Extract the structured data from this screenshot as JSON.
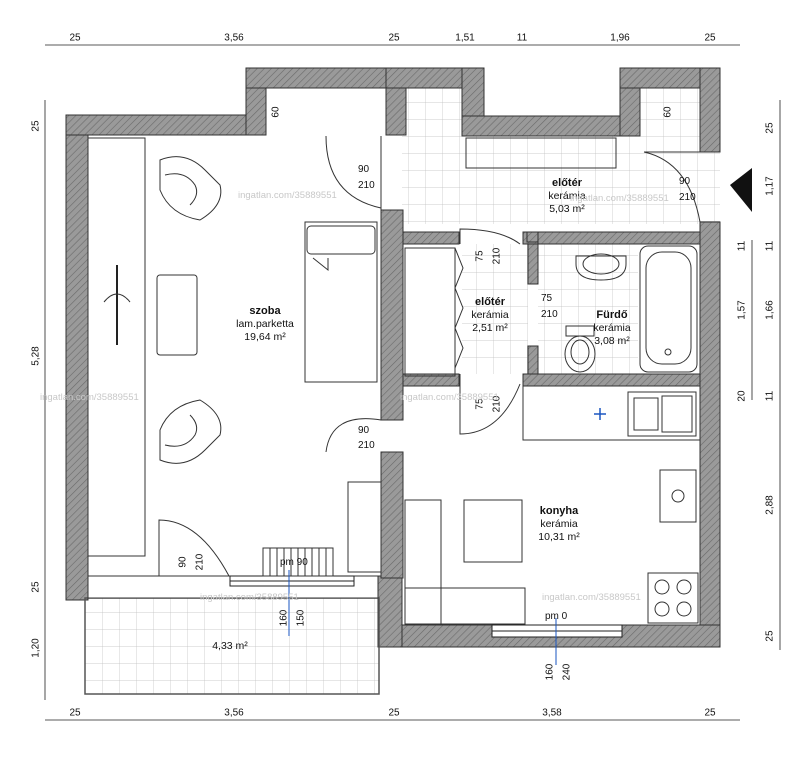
{
  "dimensions": {
    "top": [
      "25",
      "3,56",
      "25",
      "1,51",
      "11",
      "1,96",
      "25"
    ],
    "bottom": [
      "25",
      "3,56",
      "25",
      "3,58",
      "25"
    ],
    "left": [
      "25",
      "5,28",
      "25",
      "1,20"
    ],
    "right_outer": [
      "25",
      "1,17",
      "11",
      "1,66",
      "11",
      "2,88",
      "25"
    ],
    "right_inner": [
      "11",
      "1,57",
      "20"
    ]
  },
  "rooms": {
    "szoba": {
      "name": "szoba",
      "floor": "lam.parketta",
      "area": "19,64 m²"
    },
    "eloter1": {
      "name": "előtér",
      "floor": "kerámia",
      "area": "5,03 m²"
    },
    "eloter2": {
      "name": "előtér",
      "floor": "kerámia",
      "area": "2,51 m²"
    },
    "furdo": {
      "name": "Fürdő",
      "floor": "kerámia",
      "area": "3,08 m²"
    },
    "konyha": {
      "name": "konyha",
      "floor": "kerámia",
      "area": "10,31 m²"
    },
    "erkely": {
      "area": "4,33 m²"
    }
  },
  "doors": {
    "d1": {
      "w": "90",
      "h": "210"
    },
    "d2": {
      "w": "90",
      "h": "210"
    },
    "d3": {
      "w": "75",
      "h": "210"
    },
    "d4": {
      "w": "75",
      "h": "210"
    },
    "d5": {
      "w": "75",
      "h": "210"
    },
    "d6": {
      "w": "90",
      "h": "210"
    },
    "d7": {
      "w": "90",
      "h": "210"
    }
  },
  "niches": {
    "n1": "60",
    "n2": "60"
  },
  "windows": {
    "w1": {
      "sill": "pm 90",
      "w": "160",
      "h": "150"
    },
    "w2": {
      "sill": "pm 0",
      "w": "160",
      "h": "240"
    }
  },
  "watermark": "ingatlan.com/35889551"
}
